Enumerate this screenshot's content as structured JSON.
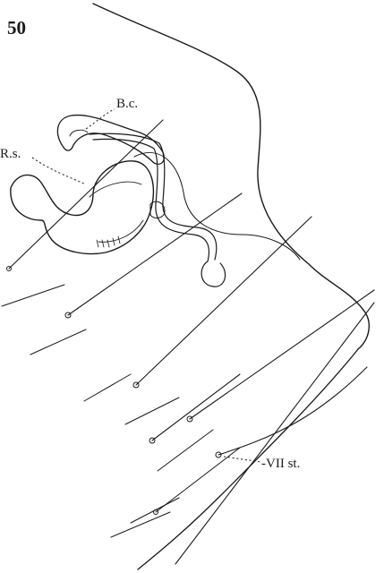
{
  "figure_number": "50",
  "labels": {
    "bursa_copulatrix": "B.c.",
    "receptaculum_seminis": "R.s.",
    "seventh_sternite": "-VII st."
  }
}
